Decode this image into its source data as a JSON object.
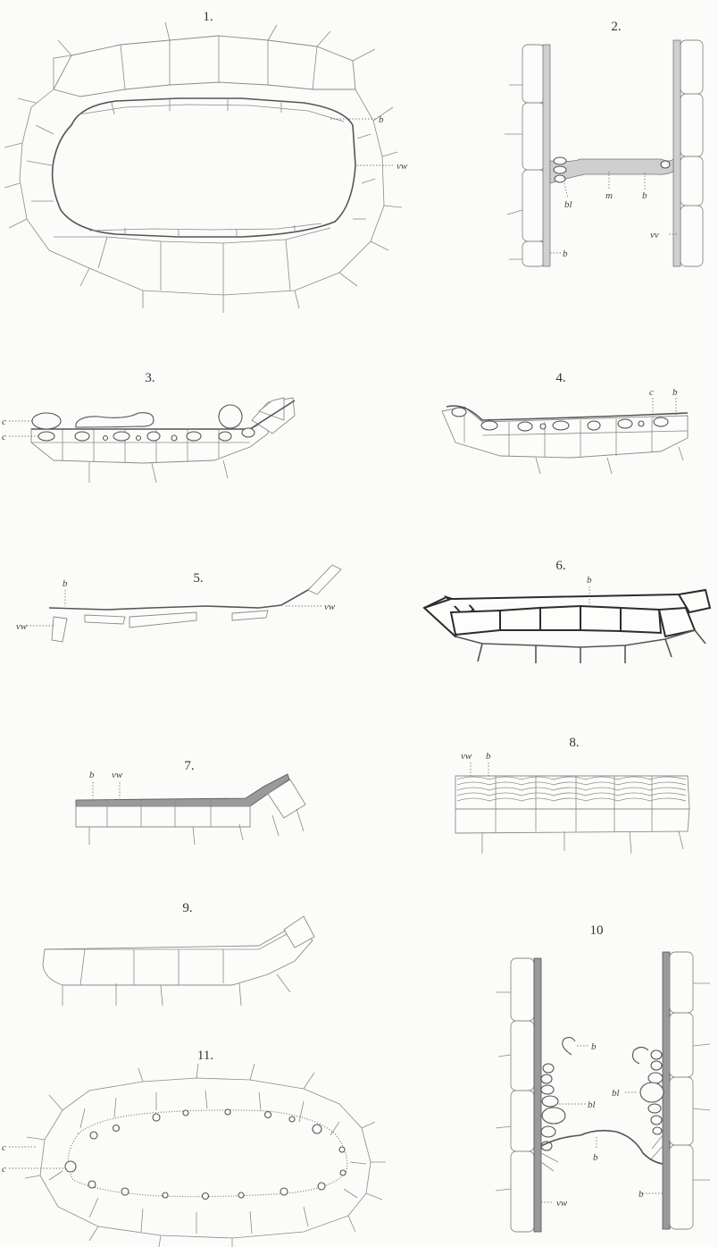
{
  "figures": {
    "f1": {
      "number": "1.",
      "labels": {
        "b": "b",
        "vw": "vw"
      }
    },
    "f2": {
      "number": "2.",
      "labels": {
        "bl": "bl",
        "m": "m",
        "b1": "b",
        "b2": "b",
        "vv": "vv"
      }
    },
    "f3": {
      "number": "3.",
      "labels": {
        "c1": "c",
        "c2": "c"
      }
    },
    "f4": {
      "number": "4.",
      "labels": {
        "c": "c",
        "b": "b"
      }
    },
    "f5": {
      "number": "5.",
      "labels": {
        "b": "b",
        "vw1": "vw",
        "vw2": "vw"
      }
    },
    "f6": {
      "number": "6.",
      "labels": {
        "b": "b"
      }
    },
    "f7": {
      "number": "7.",
      "labels": {
        "b": "b",
        "vw": "vw"
      }
    },
    "f8": {
      "number": "8.",
      "labels": {
        "vw": "vw",
        "b": "b"
      }
    },
    "f9": {
      "number": "9."
    },
    "f10": {
      "number": "10",
      "labels": {
        "b1": "b",
        "bl1": "bl",
        "bl2": "bl",
        "b2": "b",
        "b3": "b",
        "vw": "vw"
      }
    },
    "f11": {
      "number": "11.",
      "labels": {
        "c1": "c",
        "c2": "c"
      }
    }
  }
}
